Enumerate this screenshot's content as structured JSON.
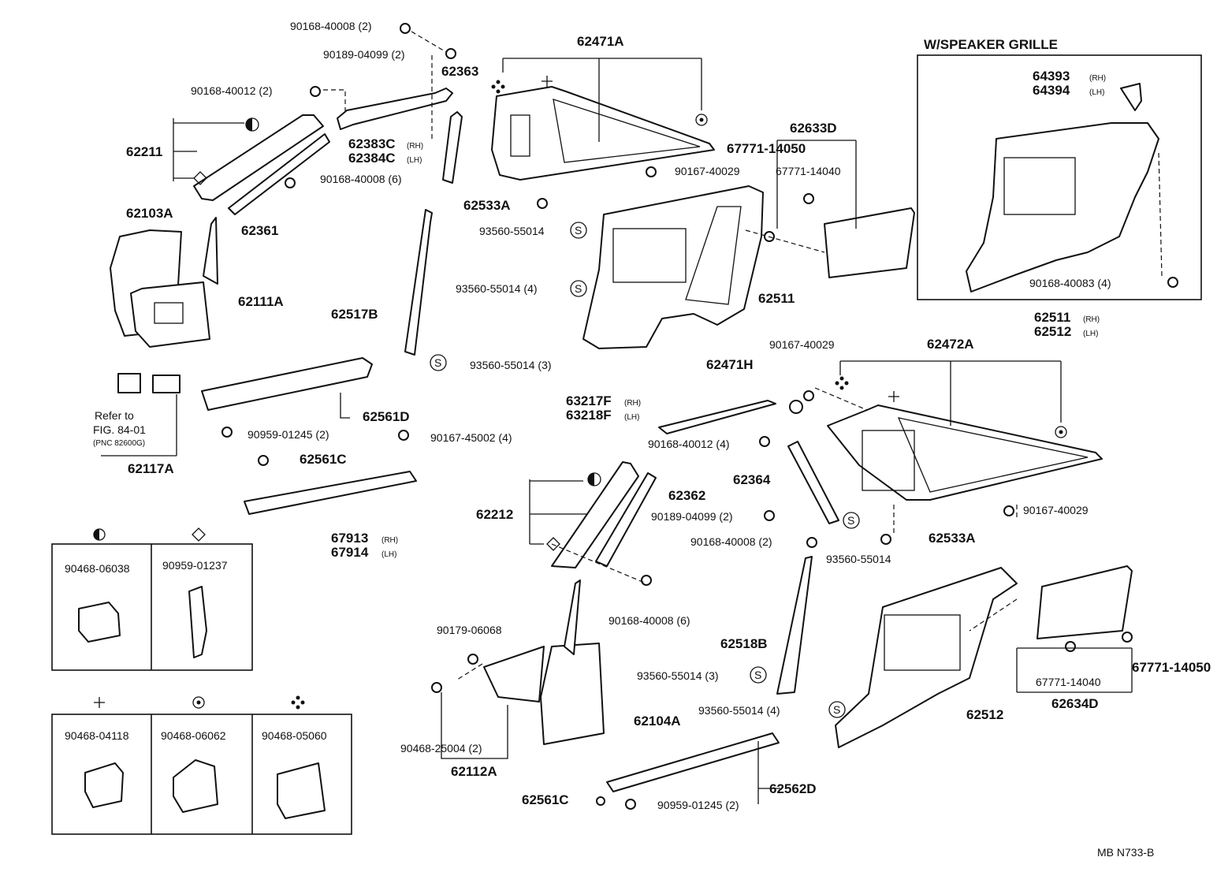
{
  "labels": {
    "l_90168_40008_2": "90168-40008 (2)",
    "l_90189_04099_2": "90189-04099 (2)",
    "l_90168_40012_2": "90168-40012 (2)",
    "l_62363": "62363",
    "l_62211": "62211",
    "l_62383c": "62383C",
    "l_62384c": "62384C",
    "l_90168_40008_6a": "90168-40008 (6)",
    "l_62361": "62361",
    "l_62103a": "62103A",
    "l_62111a": "62111A",
    "l_refer": "Refer to",
    "l_fig": "FIG. 84-01",
    "l_pnc": "(PNC 82600G)",
    "l_62117a": "62117A",
    "l_62471a": "62471A",
    "l_90167_40029a": "90167-40029",
    "l_62533a_a": "62533A",
    "l_93560_55014a": "93560-55014",
    "l_93560_55014_4a": "93560-55014 (4)",
    "l_62517b": "62517B",
    "l_93560_55014_3a": "93560-55014 (3)",
    "l_62561d": "62561D",
    "l_90959_01245_2a": "90959-01245 (2)",
    "l_62561c_a": "62561C",
    "l_90167_45002_4": "90167-45002 (4)",
    "l_67913": "67913",
    "l_67914": "67914",
    "l_62633d": "62633D",
    "l_67771_14050a": "67771-14050",
    "l_67771_14040a": "67771-14040",
    "l_62511": "62511",
    "l_wspeaker": "W/SPEAKER GRILLE",
    "l_64393": "64393",
    "l_64394": "64394",
    "l_90168_40083_4": "90168-40083 (4)",
    "l_62511b": "62511",
    "l_62512b": "62512",
    "l_90167_40029b": "90167-40029",
    "l_62471h": "62471H",
    "l_62472a": "62472A",
    "l_63217f": "63217F",
    "l_63218f": "63218F",
    "l_90168_40012_4": "90168-40012 (4)",
    "l_62364": "62364",
    "l_90167_40029c": "90167-40029",
    "l_62362": "62362",
    "l_62212": "62212",
    "l_90189_04099_2b": "90189-04099 (2)",
    "l_90168_40008_2b": "90168-40008 (2)",
    "l_62533a_b": "62533A",
    "l_93560_55014b": "93560-55014",
    "l_90168_40008_6b": "90168-40008 (6)",
    "l_62518b": "62518B",
    "l_93560_55014_3b": "93560-55014 (3)",
    "l_93560_55014_4b": "93560-55014 (4)",
    "l_62512": "62512",
    "l_67771_14050b": "67771-14050",
    "l_67771_14040b": "67771-14040",
    "l_62634d": "62634D",
    "l_90179_06068": "90179-06068",
    "l_62104a": "62104A",
    "l_90468_25004_2": "90468-25004 (2)",
    "l_62112a": "62112A",
    "l_62561c_b": "62561C",
    "l_90959_01245_2b": "90959-01245 (2)",
    "l_62562d": "62562D",
    "l_mb": "MB  N733-B",
    "rh": "(RH)",
    "lh": "(LH)"
  },
  "legend": {
    "top": [
      {
        "symbol": "half-circle",
        "part": "90468-06038"
      },
      {
        "symbol": "diamond",
        "part": "90959-01237"
      }
    ],
    "bottom": [
      {
        "symbol": "cross",
        "part": "90468-04118"
      },
      {
        "symbol": "ring",
        "part": "90468-06062"
      },
      {
        "symbol": "four-dots",
        "part": "90468-05060"
      }
    ]
  }
}
